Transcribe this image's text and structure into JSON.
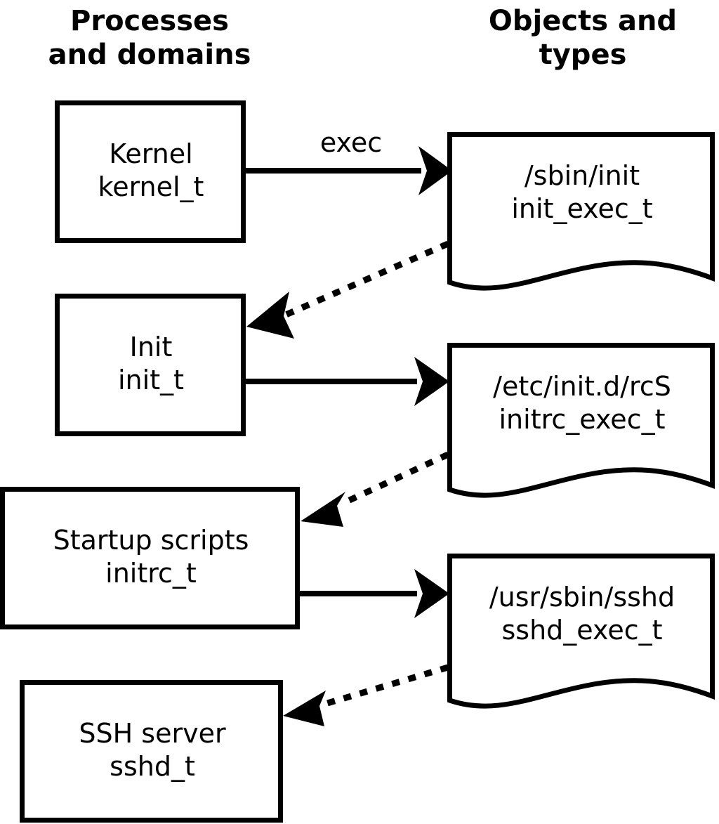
{
  "diagram": {
    "columns": [
      {
        "id": "processes",
        "heading": "Processes\nand domains"
      },
      {
        "id": "objects",
        "heading": "Objects and\ntypes"
      }
    ],
    "process_nodes": [
      {
        "id": "kernel",
        "name": "Kernel",
        "type": "kernel_t",
        "label": "Kernel\nkernel_t"
      },
      {
        "id": "init",
        "name": "Init",
        "type": "init_t",
        "label": "Init\ninit_t"
      },
      {
        "id": "initrc",
        "name": "Startup scripts",
        "type": "initrc_t",
        "label": "Startup scripts\ninitrc_t"
      },
      {
        "id": "sshd",
        "name": "SSH server",
        "type": "sshd_t",
        "label": "SSH server\nsshd_t"
      }
    ],
    "object_nodes": [
      {
        "id": "init_exec",
        "path": "/sbin/init",
        "type": "init_exec_t",
        "label": "/sbin/init\ninit_exec_t"
      },
      {
        "id": "initrc_exec",
        "path": "/etc/init.d/rcS",
        "type": "initrc_exec_t",
        "label": "/etc/init.d/rcS\ninitrc_exec_t"
      },
      {
        "id": "sshd_exec",
        "path": "/usr/sbin/sshd",
        "type": "sshd_exec_t",
        "label": "/usr/sbin/sshd\nsshd_exec_t"
      }
    ],
    "edges": [
      {
        "id": "kernel-exec-init_exec",
        "from": "kernel",
        "to": "init_exec",
        "style": "solid",
        "label": "exec"
      },
      {
        "id": "init_exec-to-init",
        "from": "init_exec",
        "to": "init",
        "style": "dotted",
        "label": ""
      },
      {
        "id": "init-to-initrc_exec",
        "from": "init",
        "to": "initrc_exec",
        "style": "solid",
        "label": ""
      },
      {
        "id": "initrc_exec-to-initrc",
        "from": "initrc_exec",
        "to": "initrc",
        "style": "dotted",
        "label": ""
      },
      {
        "id": "initrc-to-sshd_exec",
        "from": "initrc",
        "to": "sshd_exec",
        "style": "solid",
        "label": ""
      },
      {
        "id": "sshd_exec-to-sshd",
        "from": "sshd_exec",
        "to": "sshd",
        "style": "dotted",
        "label": ""
      }
    ],
    "colors": {
      "stroke": "#000000",
      "fill": "#ffffff",
      "background": "#ffffff"
    }
  }
}
